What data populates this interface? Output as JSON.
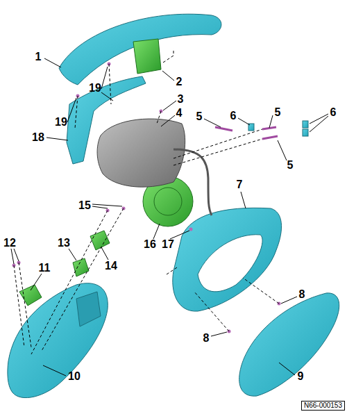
{
  "diagram": {
    "labels": [
      "1",
      "19",
      "2",
      "3",
      "19",
      "4",
      "5",
      "6",
      "5",
      "6",
      "18",
      "5",
      "7",
      "15",
      "12",
      "13",
      "14",
      "11",
      "16",
      "17",
      "8",
      "8",
      "10",
      "9",
      "N66-000153"
    ]
  }
}
